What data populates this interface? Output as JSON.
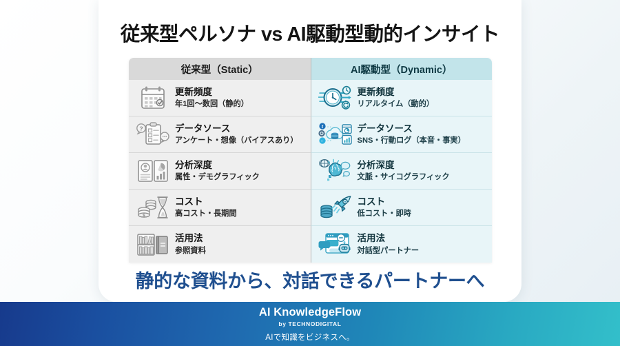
{
  "slide": {
    "title": "従来型ペルソナ vs AI駆動型動的インサイト",
    "tagline": "静的な資料から、対話できるパートナーへ"
  },
  "table": {
    "headers": {
      "left": "従来型（Static）",
      "right": "AI駆動型（Dynamic）"
    },
    "rows": [
      {
        "left": {
          "icon": "calendar-icon",
          "label": "更新頻度",
          "detail": "年1回〜数回（静的）"
        },
        "right": {
          "icon": "clock-sync-icon",
          "label": "更新頻度",
          "detail": "リアルタイム（動的）"
        }
      },
      {
        "left": {
          "icon": "survey-clipboard-icon",
          "label": "データソース",
          "detail": "アンケート・想像（バイアスあり）"
        },
        "right": {
          "icon": "cloud-data-icon",
          "label": "データソース",
          "detail": "SNS・行動ログ（本音・事実）"
        }
      },
      {
        "left": {
          "icon": "profile-chart-icon",
          "label": "分析深度",
          "detail": "属性・デモグラフィック"
        },
        "right": {
          "icon": "brain-ai-icon",
          "label": "分析深度",
          "detail": "文脈・サイコグラフィック"
        }
      },
      {
        "left": {
          "icon": "coins-hourglass-icon",
          "label": "コスト",
          "detail": "高コスト・長期間"
        },
        "right": {
          "icon": "coins-rocket-icon",
          "label": "コスト",
          "detail": "低コスト・即時"
        }
      },
      {
        "left": {
          "icon": "bookshelf-icon",
          "label": "活用法",
          "detail": "参照資料"
        },
        "right": {
          "icon": "chatbot-icon",
          "label": "活用法",
          "detail": "対話型パートナー"
        }
      }
    ]
  },
  "footer": {
    "brand": "AI KnowledgeFlow",
    "by": "by TECHNODIGITAL",
    "tagline": "AIで知識をビジネスへ。"
  },
  "colors": {
    "header_left_bg": "#d9d9d9",
    "header_right_bg": "#c2e4ea",
    "cell_left_bg": "#efefef",
    "cell_right_bg": "#e8f5f8",
    "tagline": "#1f4f8f",
    "footer_start": "#173a8c",
    "footer_end": "#33bfca"
  }
}
